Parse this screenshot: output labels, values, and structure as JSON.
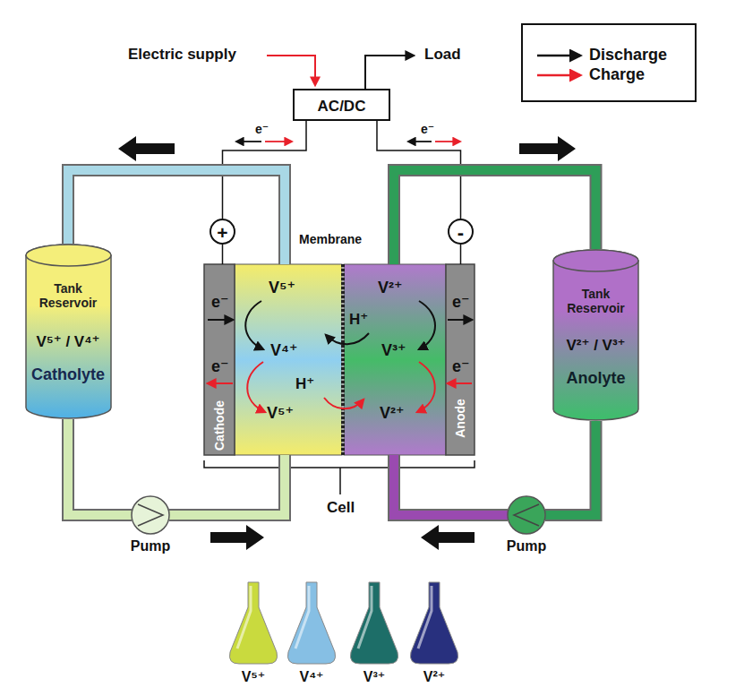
{
  "diagram": {
    "nodes": [
      {
        "text": [
          "AC/DC"
        ]
      },
      {
        "text": [
          "+"
        ]
      },
      {
        "text": [
          "-"
        ]
      },
      {
        "text": [
          "Tank Reservoir",
          "V⁵⁺ / V⁴⁺",
          "Catholyte"
        ]
      },
      {
        "text": [
          "e⁻",
          "e⁻",
          "Cathode"
        ]
      },
      {
        "text": [
          "V⁵⁺",
          "V⁴⁺",
          "H⁺",
          "V⁵⁺"
        ]
      },
      {
        "text": [
          "V²⁺",
          "H⁺",
          "V³⁺",
          "V²⁺"
        ]
      },
      {
        "text": [
          "e⁻",
          "e⁻",
          "Anode"
        ]
      },
      {
        "text": [
          "Tank Reservoir",
          "V²⁺ / V³⁺",
          "Anolyte"
        ]
      },
      {
        "text": [
          "Pump"
        ]
      },
      {
        "text": [
          "Pump"
        ]
      },
      {
        "text": [
          "V⁵⁺"
        ]
      },
      {
        "text": [
          "V⁴⁺"
        ]
      },
      {
        "text": [
          "V³⁺"
        ]
      },
      {
        "text": [
          "V²⁺"
        ]
      }
    ],
    "edges": [
      {
        "from": 0,
        "to": 1,
        "arrow": "none"
      },
      {
        "from": 0,
        "to": 2,
        "arrow": "none"
      },
      {
        "from": 1,
        "to": 4,
        "arrow": "none"
      },
      {
        "from": 2,
        "to": 7,
        "arrow": "none"
      },
      {
        "from": 5,
        "to": 3,
        "arrow": "none"
      },
      {
        "from": 3,
        "to": 9,
        "arrow": "none"
      },
      {
        "from": 9,
        "to": 5,
        "arrow": "none"
      },
      {
        "from": 6,
        "to": 8,
        "arrow": "none"
      },
      {
        "from": 8,
        "to": 10,
        "arrow": "none"
      },
      {
        "from": 10,
        "to": 6,
        "arrow": "none"
      }
    ],
    "labels": [
      "Electric supply",
      "Load",
      "e⁻",
      "e⁻",
      "Membrane",
      "Cell"
    ],
    "legend": [
      {
        "text": "Discharge"
      },
      {
        "text": "Charge"
      }
    ]
  }
}
